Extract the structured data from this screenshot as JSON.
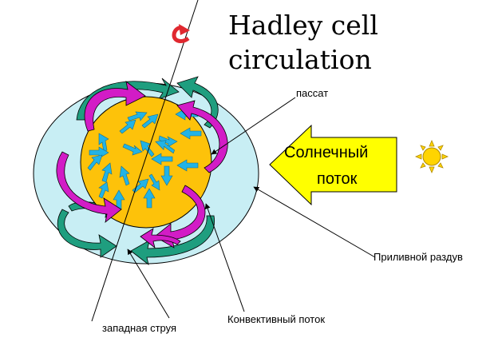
{
  "title": {
    "line1": "Hadley cell",
    "line2": "circulation"
  },
  "labels": {
    "trade_wind": "пассат",
    "tidal_bulge": "Приливной раздув",
    "convective_flow": "Конвективный поток",
    "jet_stream": "западная струя"
  },
  "solar_flux": {
    "line1": "Солнечный",
    "line2": "поток"
  },
  "icons": [
    "rotation-arrow-icon",
    "sun-icon"
  ],
  "colors": {
    "outer_envelope": "#c8eef4",
    "planet_core": "#fdc20a",
    "green_arrows": "#1f9e7f",
    "magenta_arrows": "#d21cc6",
    "inner_arrows": "#22b3e6",
    "solar_arrow": "#ffff00",
    "sun": "#ffd400",
    "rotation_arrow": "#e0282f"
  }
}
